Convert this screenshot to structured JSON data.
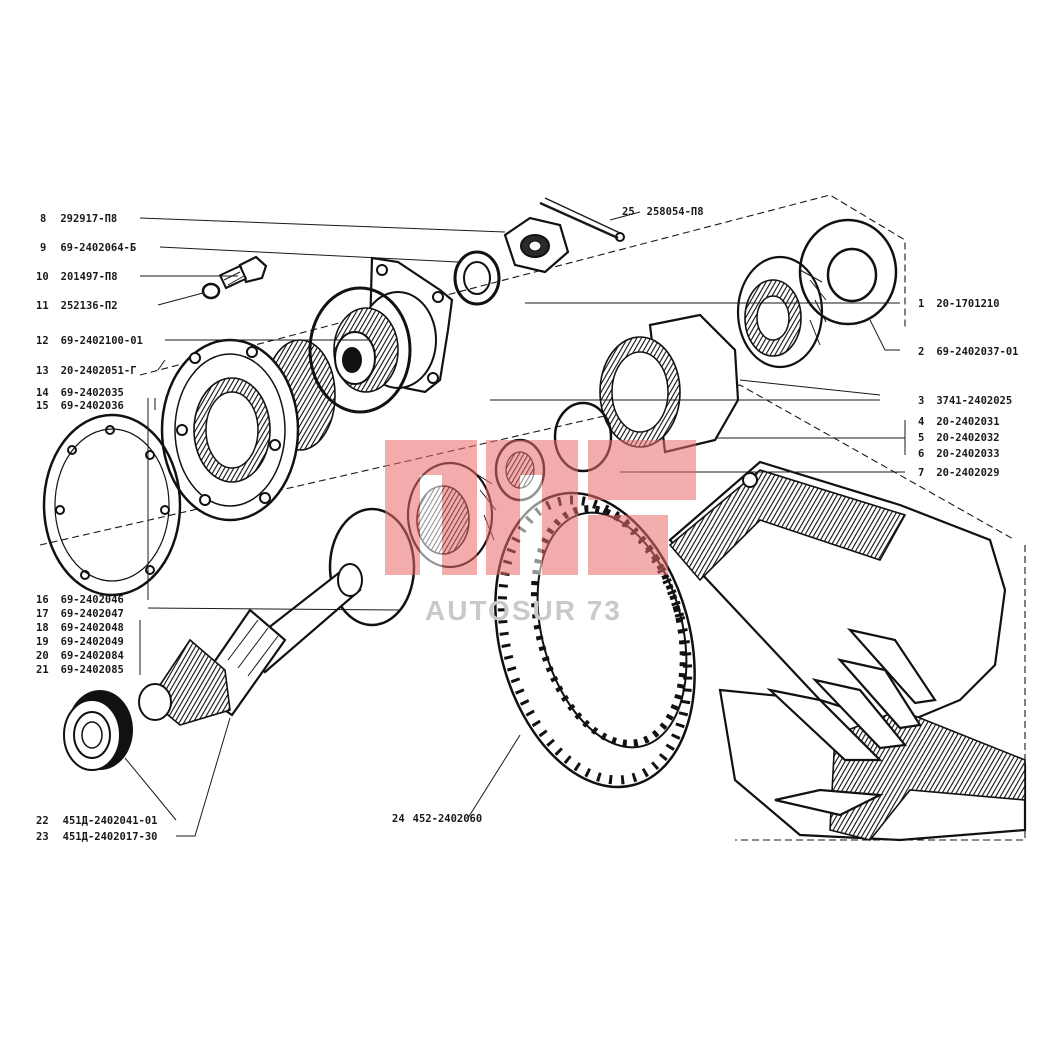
{
  "watermark": {
    "text": "AUTOSUR 73",
    "color": "#e86a6a"
  },
  "parts_left": [
    {
      "num": "8",
      "code": "292917-П8"
    },
    {
      "num": "9",
      "code": "69-2402064-Б"
    },
    {
      "num": "10",
      "code": "201497-П8"
    },
    {
      "num": "11",
      "code": "252136-П2"
    },
    {
      "num": "12",
      "code": "69-2402100-01"
    },
    {
      "num": "13",
      "code": "20-2402051-Г"
    },
    {
      "num": "14",
      "code": "69-2402035"
    },
    {
      "num": "15",
      "code": "69-2402036"
    },
    {
      "num": "16",
      "code": "69-2402046"
    },
    {
      "num": "17",
      "code": "69-2402047"
    },
    {
      "num": "18",
      "code": "69-2402048"
    },
    {
      "num": "19",
      "code": "69-2402049"
    },
    {
      "num": "20",
      "code": "69-2402084"
    },
    {
      "num": "21",
      "code": "69-2402085"
    },
    {
      "num": "22",
      "code": "451Д-2402041-01"
    },
    {
      "num": "23",
      "code": "451Д-2402017-30"
    }
  ],
  "parts_right": [
    {
      "num": "1",
      "code": "20-1701210"
    },
    {
      "num": "2",
      "code": "69-2402037-01"
    },
    {
      "num": "3",
      "code": "3741-2402025"
    },
    {
      "num": "4",
      "code": "20-2402031"
    },
    {
      "num": "5",
      "code": "20-2402032"
    },
    {
      "num": "6",
      "code": "20-2402033"
    },
    {
      "num": "7",
      "code": "20-2402029"
    }
  ],
  "part_25": {
    "num": "25",
    "code": "258054-П8"
  },
  "part_24": {
    "num": "24",
    "code": "452-2402060"
  }
}
